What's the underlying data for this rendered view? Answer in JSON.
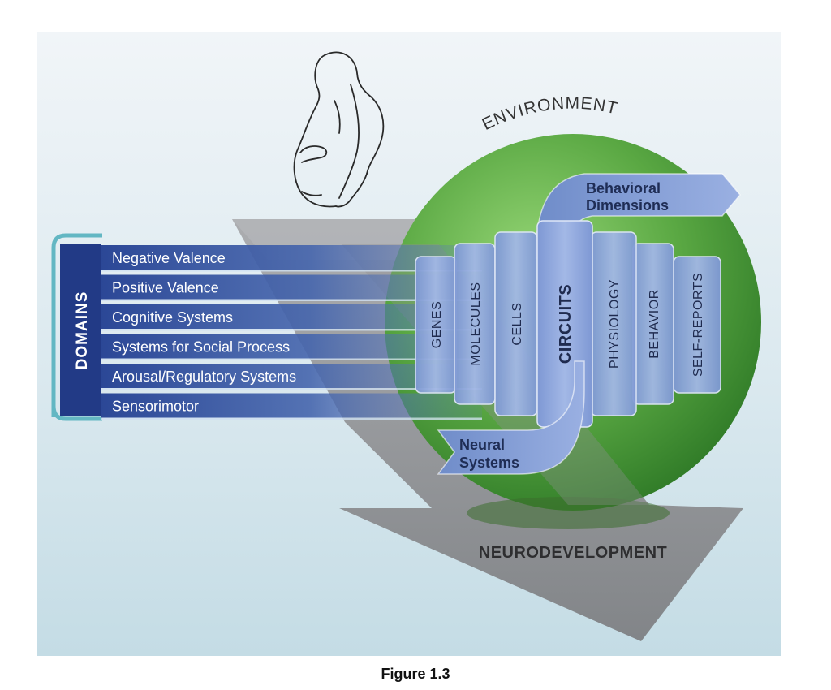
{
  "diagram": {
    "environment_label": "ENVIRONMENT",
    "behavioral_label_line1": "Behavioral",
    "behavioral_label_line2": "Dimensions",
    "neural_label_line1": "Neural",
    "neural_label_line2": "Systems",
    "neurodevelopment_label": "NEURODEVELOPMENT",
    "domains_title": "DOMAINS",
    "domains": [
      "Negative Valence",
      "Positive Valence",
      "Cognitive Systems",
      "Systems for Social Process",
      "Arousal/Regulatory Systems",
      "Sensorimotor"
    ],
    "units": [
      "GENES",
      "MOLECULES",
      "CELLS",
      "CIRCUITS",
      "PHYSIOLOGY",
      "BEHAVIOR",
      "SELF-REPORTS"
    ],
    "pregnant_figure_icon": "pregnant-woman-silhouette-icon"
  },
  "caption": "Figure 1.3",
  "colors": {
    "background_top": "#eef3f6",
    "background_bottom": "#c5dde6",
    "sphere_green": "#4f9e3a",
    "sphere_light": "#8fd06d",
    "panel_blue": "#8aa2da",
    "domain_blue": "#2e4895",
    "arrow_gray": "#9a9a9c",
    "arrow_dark_gray": "#6f6f72"
  }
}
